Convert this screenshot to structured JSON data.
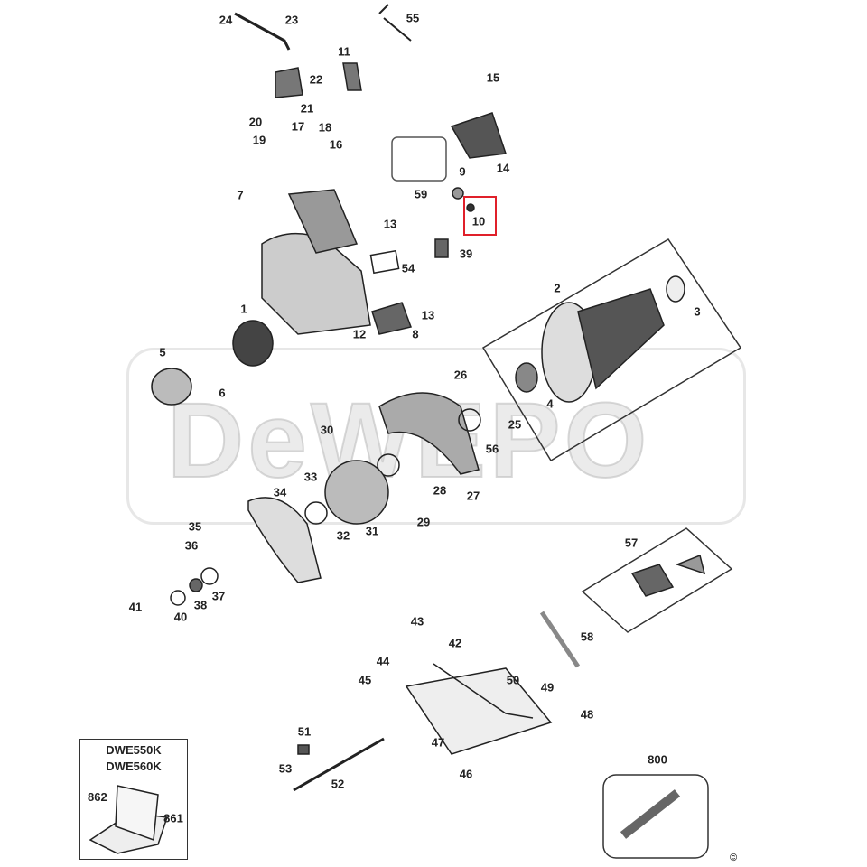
{
  "watermark": "DeWEPO",
  "highlight_color": "#e0202a",
  "highlighted_part": "10",
  "kit_box": {
    "models": [
      "DWE550K",
      "DWE560K"
    ],
    "parts": [
      "862",
      "861"
    ]
  },
  "callouts": [
    "24",
    "23",
    "55",
    "11",
    "22",
    "21",
    "15",
    "20",
    "17",
    "18",
    "19",
    "16",
    "14",
    "9",
    "10",
    "59",
    "7",
    "13",
    "39",
    "54",
    "2",
    "3",
    "1",
    "13",
    "12",
    "8",
    "5",
    "6",
    "26",
    "4",
    "25",
    "56",
    "30",
    "33",
    "28",
    "27",
    "34",
    "29",
    "32",
    "31",
    "35",
    "36",
    "57",
    "41",
    "40",
    "38",
    "37",
    "43",
    "42",
    "58",
    "44",
    "45",
    "50",
    "49",
    "48",
    "47",
    "51",
    "53",
    "52",
    "46",
    "800"
  ],
  "copyright_mark": "©"
}
